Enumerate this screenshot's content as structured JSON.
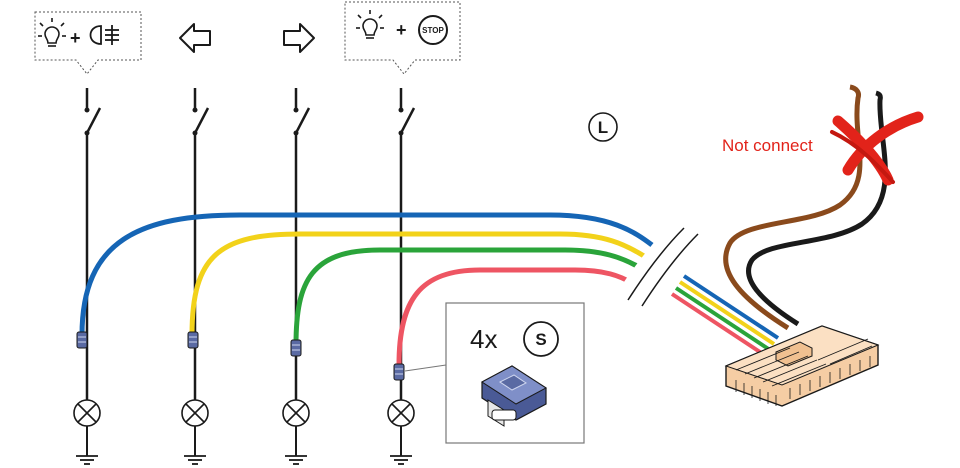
{
  "diagram": {
    "labels": {
      "not_connect": "Not connect",
      "quantity": "4x",
      "connector_code": "L",
      "splice_code": "S",
      "stop": "STOP"
    },
    "icons": {
      "circuit_1": "parking-light-plus-fog-light-icon",
      "circuit_2": "left-turn-arrow-icon",
      "circuit_3": "right-turn-arrow-icon",
      "circuit_4": "parking-light-plus-stop-icon"
    },
    "colors": {
      "blue": "#1565b5",
      "yellow": "#f2d21a",
      "green": "#2aa43a",
      "red": "#ee5563",
      "brown": "#8a4a1c",
      "black": "#1a1a1a",
      "connector": "#f5cda4",
      "splice": "#5a6aa3",
      "cross": "#e2231a"
    }
  }
}
